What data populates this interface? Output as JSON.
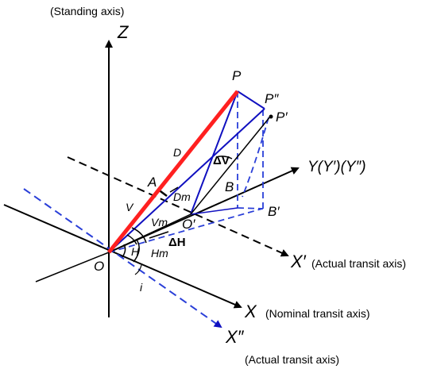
{
  "labels": {
    "standing_axis": "(Standing axis)",
    "z_axis": "Z",
    "y_axis": "Y(Y′)(Y″)",
    "x_prime_axis": "X′",
    "x_prime_note": "(Actual transit axis)",
    "x_axis": "X",
    "x_note": "(Nominal transit axis)",
    "x_dbl_axis": "X″",
    "x_dbl_note": "(Actual transit axis)",
    "P": "P",
    "P_dbl": "P″",
    "P_prime": "P′",
    "D": "D",
    "A": "A",
    "dV": "ΔV",
    "B": "B",
    "Dm": "Dm",
    "B_prime": "B′",
    "V": "V",
    "Vm": "Vm",
    "O_prime": "O′",
    "dH": "ΔH",
    "H": "H",
    "Hm": "Hm",
    "O": "O",
    "i": "i"
  },
  "colors": {
    "black": "#000000",
    "blue": "#1010c0",
    "red": "#ff2020",
    "dashed_blue": "#2a3fd8"
  }
}
